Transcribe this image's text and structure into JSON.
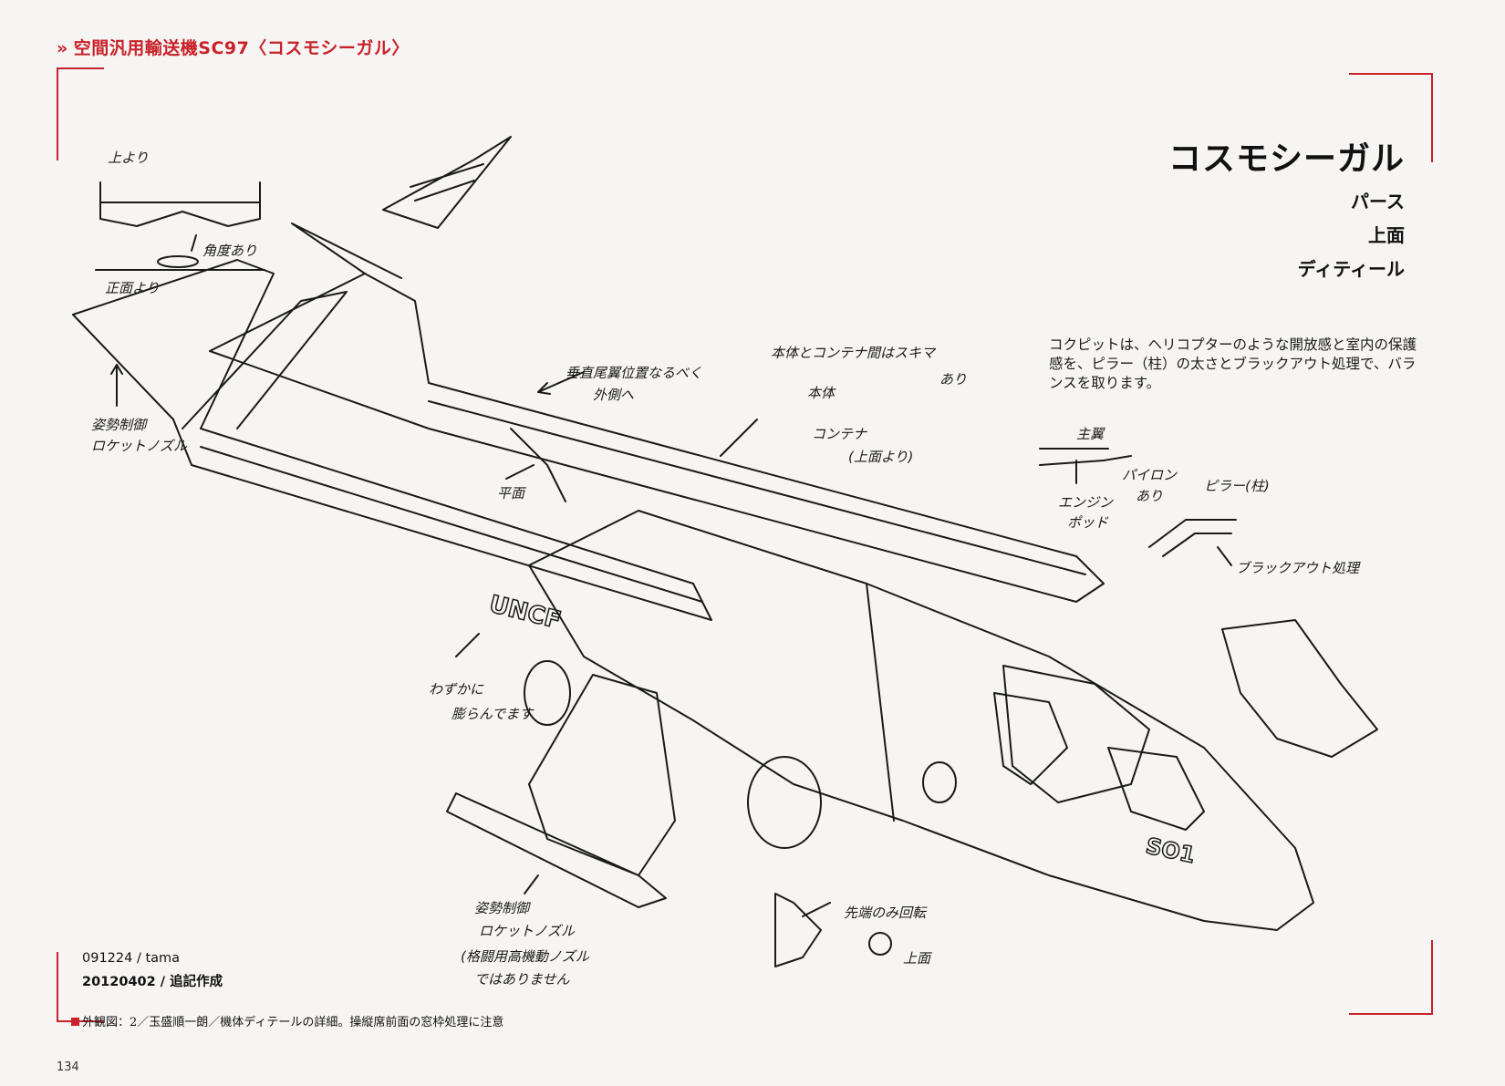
{
  "header": {
    "chevron": "»",
    "title": "空間汎用輸送機SC97〈コスモシーガル〉"
  },
  "title_block": {
    "title": "コスモシーガル",
    "items": [
      "パース",
      "上面",
      "ディティール"
    ]
  },
  "description": "コクピットは、ヘリコプターのような開放感と室内の保護感を、ピラー（柱）の太さとブラックアウト処理で、バランスを取ります。",
  "credits": {
    "line1": "091224 / tama",
    "line2": "20120402 / 追記作成"
  },
  "caption": "外観図：2／玉盛順一朗／機体ディテールの詳細。操縦席前面の窓枠処理に注意",
  "page_number": "134",
  "annotations": {
    "top_view": "上より",
    "front_view": "正面より",
    "angle": "角度あり",
    "attitude_nozzle_1": "姿勢制御",
    "attitude_nozzle_1b": "ロケットノズル",
    "tail_position": "垂直尾翼位置なるべく",
    "tail_position_b": "外側へ",
    "plane": "平面",
    "hull_container": "本体とコンテナ間はスキマ",
    "hull_container_b": "あり",
    "hull": "本体",
    "container": "コンテナ",
    "from_top": "(上面より)",
    "main_wing": "主翼",
    "pylon": "パイロン",
    "pylon_b": "あり",
    "engine_pod": "エンジン",
    "engine_pod_b": "ポッド",
    "pillar": "ピラー(柱)",
    "blackout": "ブラックアウト処理",
    "slightly": "わずかに",
    "swelling": "膨らんでます",
    "attitude_nozzle_2": "姿勢制御",
    "attitude_nozzle_2b": "ロケットノズル",
    "not_mobility": "(格闘用高機動ノズル",
    "not_mobility_b": "ではありません",
    "tip_rotates": "先端のみ回転",
    "top_surface": "上面",
    "hull_marking": "UNCF",
    "hull_number": "SO1"
  },
  "colors": {
    "accent": "#c8222a",
    "paper": "#f6f5f3",
    "ink": "#1a1a1a"
  }
}
